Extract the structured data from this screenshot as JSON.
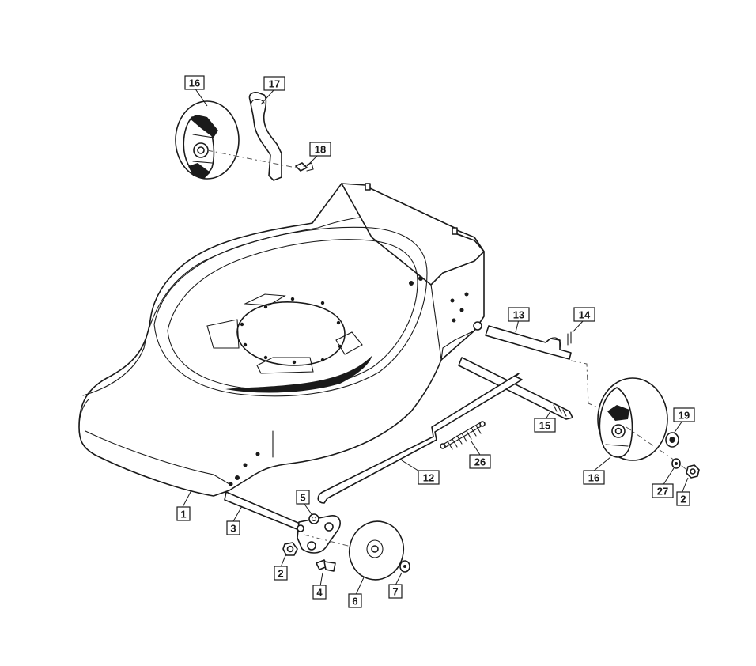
{
  "callouts": [
    {
      "id": "c16a",
      "label": "16"
    },
    {
      "id": "c17",
      "label": "17"
    },
    {
      "id": "c18",
      "label": "18"
    },
    {
      "id": "c13",
      "label": "13"
    },
    {
      "id": "c14",
      "label": "14"
    },
    {
      "id": "c15",
      "label": "15"
    },
    {
      "id": "c19",
      "label": "19"
    },
    {
      "id": "c16b",
      "label": "16"
    },
    {
      "id": "c26",
      "label": "26"
    },
    {
      "id": "c12",
      "label": "12"
    },
    {
      "id": "c27",
      "label": "27"
    },
    {
      "id": "c2a",
      "label": "2"
    },
    {
      "id": "c1",
      "label": "1"
    },
    {
      "id": "c3",
      "label": "3"
    },
    {
      "id": "c5",
      "label": "5"
    },
    {
      "id": "c2b",
      "label": "2"
    },
    {
      "id": "c4",
      "label": "4"
    },
    {
      "id": "c6",
      "label": "6"
    },
    {
      "id": "c7",
      "label": "7"
    }
  ]
}
